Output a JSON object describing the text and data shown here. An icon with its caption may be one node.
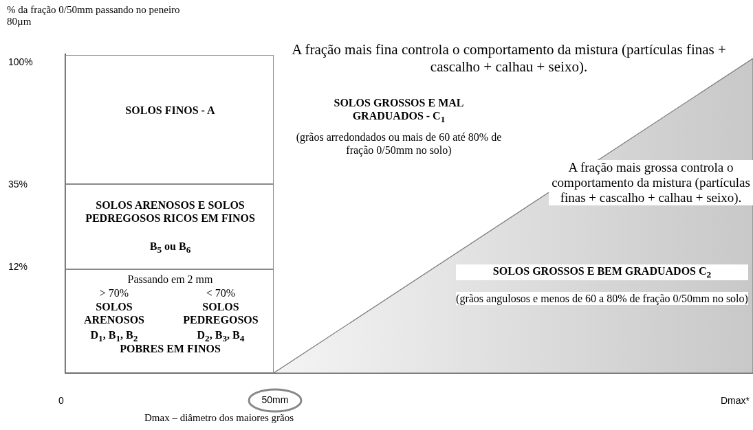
{
  "diagram": {
    "caption": "Dmax – diâmetro dos maiores grãos",
    "nodes": [
      {
        "text": [
          "SOLOS FINOS - A"
        ]
      },
      {
        "text": [
          "SOLOS ARENOSOS E SOLOS PEDREGOSOS RICOS EM FINOS",
          "B$_{5}$ ou B$_{6}$"
        ]
      },
      {
        "text": [
          "Passando em 2 mm",
          "> 70%",
          "SOLOS ARENOSOS",
          "D$_{1}$, B$_{1}$, B$_{2}$",
          "< 70%",
          "SOLOS PEDREGOSOS",
          "D$_{2}$, B$_{3}$, B$_{4}$",
          "POBRES EM FINOS"
        ]
      },
      {
        "text": [
          "SOLOS GROSSOS  E MAL GRADUADOS - C$_{1}$",
          "(grãos arredondados ou mais de 60 até 80% de fração 0/50mm no solo)"
        ]
      },
      {
        "text": [
          "SOLOS GROSSOS E BEM GRADUADOS C$_{2}$",
          "(grãos angulosos e menos de 60 a 80% de fração 0/50mm no solo)"
        ]
      }
    ],
    "edges": [],
    "labels": [
      "% da fração 0/50mm passando no peneiro 80µm",
      "100%",
      "A fração mais fina controla o comportamento da mistura (partículas finas + cascalho + calhau + seixo).",
      "35%",
      "A fração mais grossa controla o comportamento da mistura (partículas finas + cascalho + calhau + seixo).",
      "12%",
      "0",
      "50mm",
      "Dmax*"
    ]
  }
}
